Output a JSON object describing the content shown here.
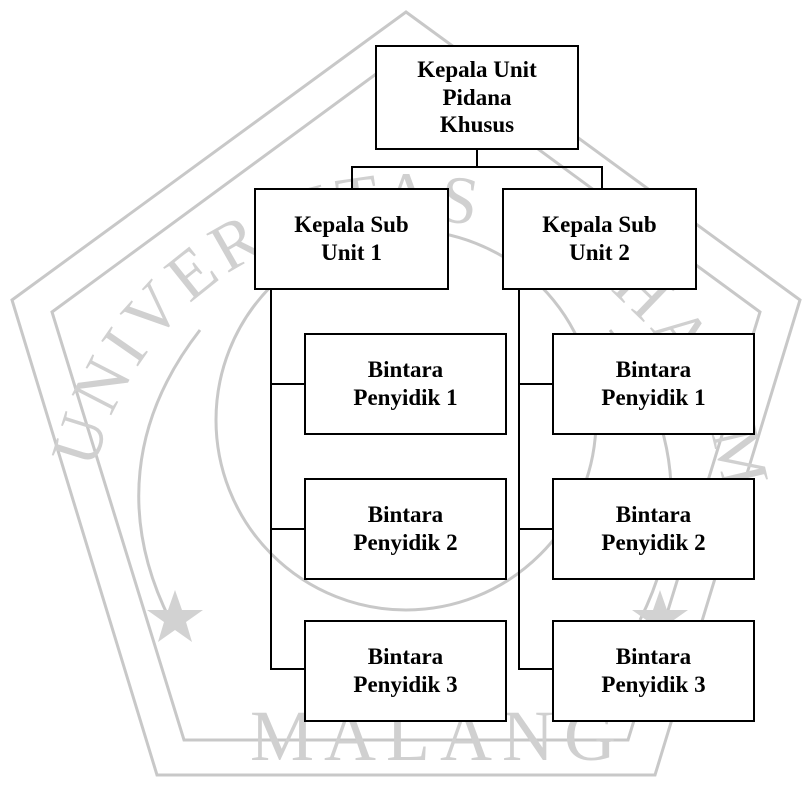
{
  "colors": {
    "box_border": "#000000",
    "connector": "#000000",
    "watermark": "#c8c8c8"
  },
  "watermark": {
    "logo": "university-seal",
    "top_text": "UNIVERSITAS MUHAMMADIYAH",
    "bottom_text": "MALANG"
  },
  "org_chart": {
    "root": {
      "label": "Kepala Unit\nPidana\nKhusus"
    },
    "sub_units": [
      {
        "label": "Kepala Sub\nUnit 1",
        "members": [
          "Bintara\nPenyidik 1",
          "Bintara\nPenyidik 2",
          "Bintara\nPenyidik 3"
        ]
      },
      {
        "label": "Kepala Sub\nUnit 2",
        "members": [
          "Bintara\nPenyidik 1",
          "Bintara\nPenyidik 2",
          "Bintara\nPenyidik 3"
        ]
      }
    ]
  }
}
